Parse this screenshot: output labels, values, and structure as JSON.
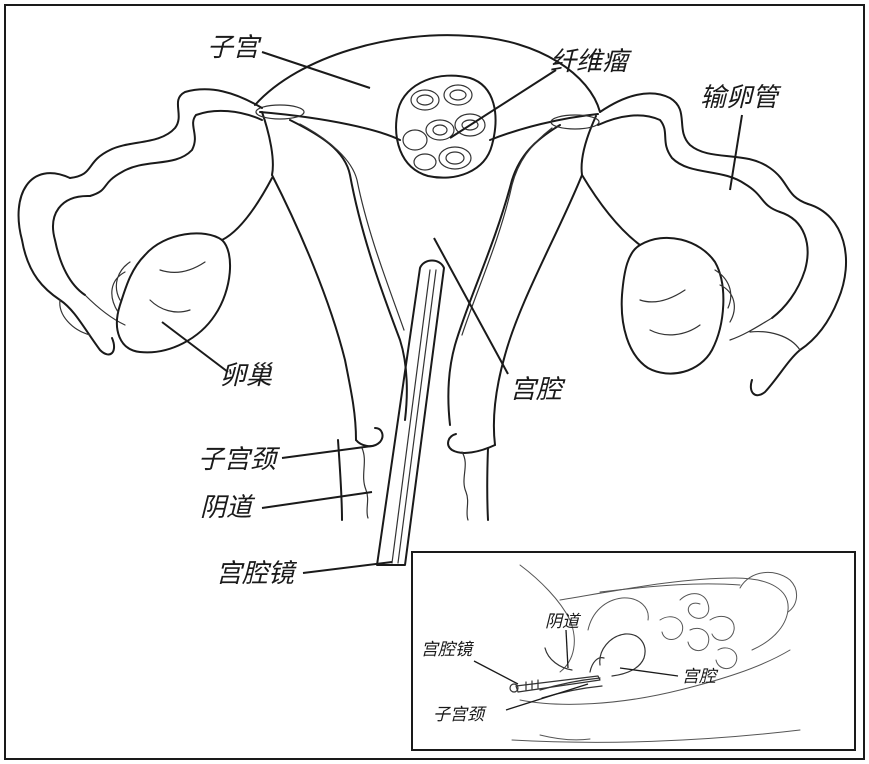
{
  "labels": {
    "uterus": "子宫",
    "fibroid": "纤维瘤",
    "fallopian_tube": "输卵管",
    "ovary": "卵巢",
    "uterine_cavity": "宫腔",
    "cervix": "子宫颈",
    "vagina": "阴道",
    "hysteroscope": "宫腔镜"
  },
  "inset_labels": {
    "vagina": "阴道",
    "hysteroscope": "宫腔镜",
    "uterine_cavity": "宫腔",
    "cervix": "子宫颈"
  }
}
